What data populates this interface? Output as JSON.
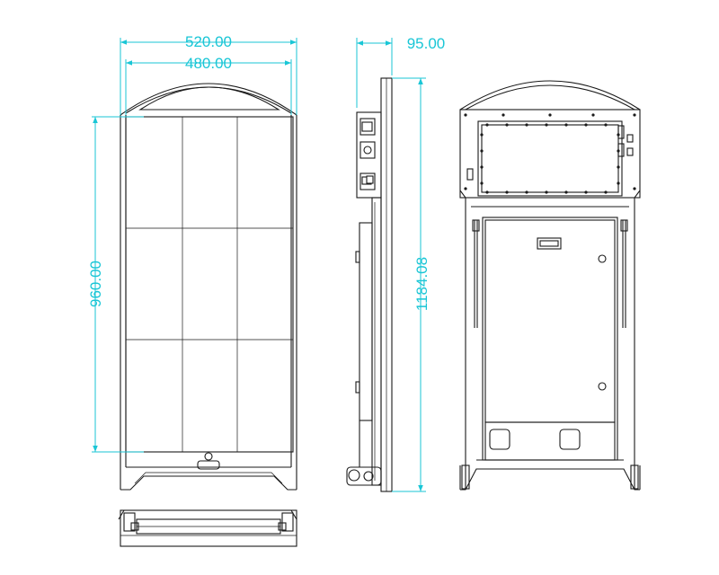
{
  "dimensions": {
    "overall_width": "520.00",
    "screen_width": "480.00",
    "screen_height": "960.00",
    "overall_height": "1184.08",
    "depth": "95.00"
  },
  "colors": {
    "dimension_line": "#19c6d6",
    "outline": "#1a1a1a",
    "background": "#ffffff"
  },
  "views": [
    "front-view",
    "side-view",
    "back-view",
    "bottom-view"
  ]
}
